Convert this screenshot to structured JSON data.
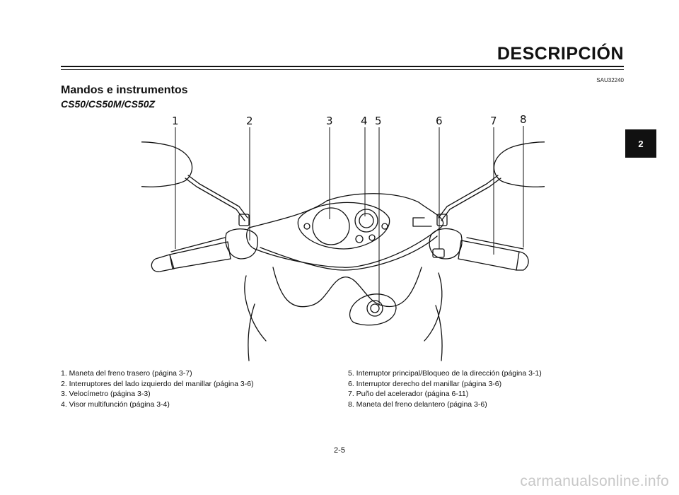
{
  "header": {
    "chapter_title": "DESCRIPCIÓN",
    "doc_code": "SAU32240",
    "section_title": "Mandos e instrumentos",
    "model_subtitle": "CS50/CS50M/CS50Z",
    "chapter_tab": "2"
  },
  "figure": {
    "callout_numbers": [
      "1",
      "2",
      "3",
      "4",
      "5",
      "6",
      "7",
      "8"
    ]
  },
  "legend": {
    "left": [
      "1. Maneta del freno trasero (página 3-7)",
      "2. Interruptores del lado izquierdo del manillar (página 3-6)",
      "3. Velocímetro (página 3-3)",
      "4. Visor multifunción (página 3-4)"
    ],
    "right": [
      "5. Interruptor principal/Bloqueo de la dirección (página 3-1)",
      "6. Interruptor derecho del manillar (página 3-6)",
      "7. Puño del acelerador (página 6-11)",
      "8. Maneta del freno delantero (página 3-6)"
    ]
  },
  "footer": {
    "page_number": "2-5",
    "watermark": "carmanualsonline.info"
  }
}
